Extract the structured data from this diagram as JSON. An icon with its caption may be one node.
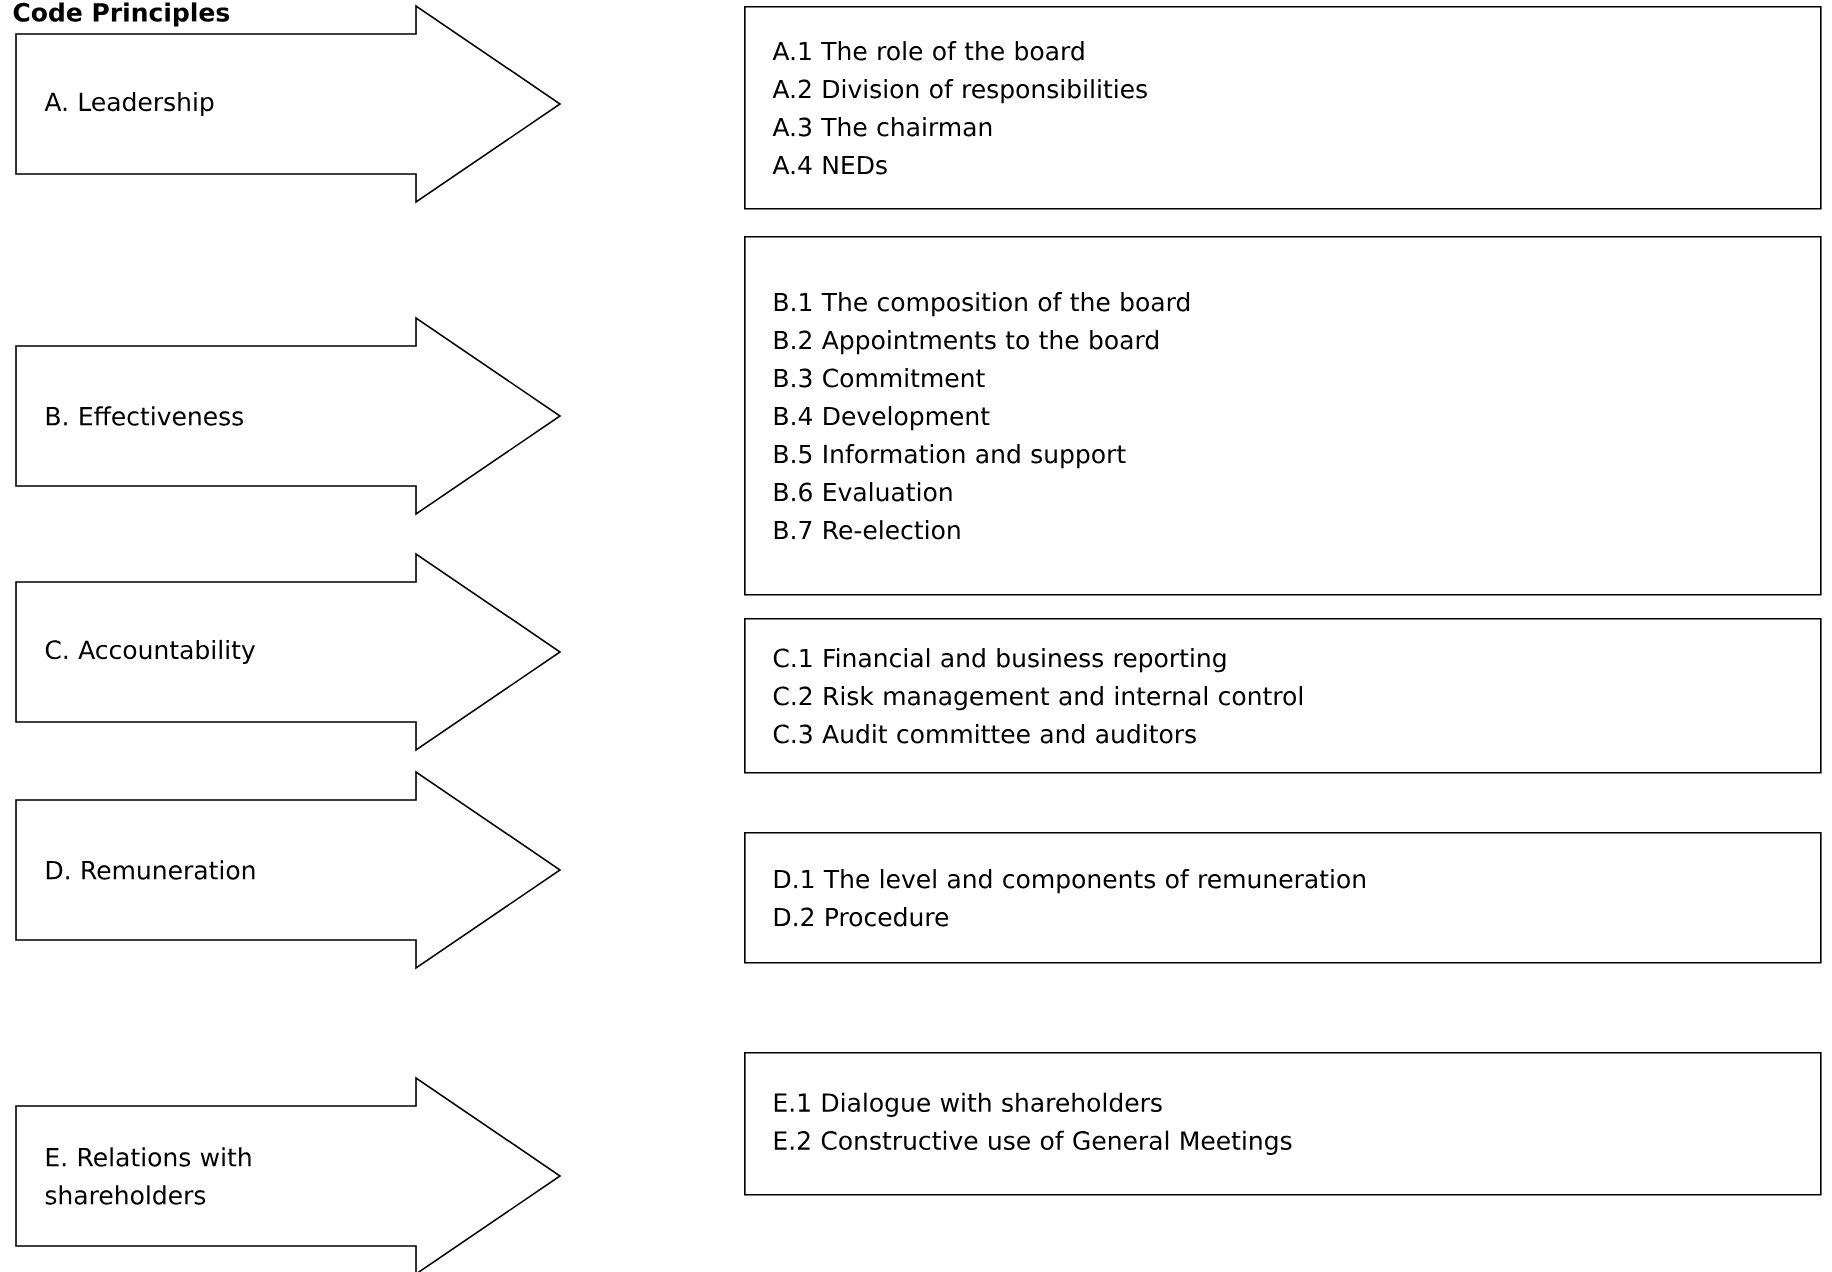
{
  "diagram": {
    "title": "Code Principles",
    "nodes": [
      {
        "text": [
          "A. Leadership"
        ]
      },
      {
        "text": [
          "A.1 The role of the board",
          "A.2 Division of responsibilities",
          "A.3 The chairman",
          "A.4 NEDs"
        ]
      },
      {
        "text": [
          "B. Effectiveness"
        ]
      },
      {
        "text": [
          "B.1 The composition of the board",
          "B.2 Appointments to the board",
          "B.3 Commitment",
          "B.4 Development",
          "B.5 Information and support",
          "B.6 Evaluation",
          "B.7 Re-election"
        ]
      },
      {
        "text": [
          "C. Accountability"
        ]
      },
      {
        "text": [
          "C.1 Financial and business reporting",
          "C.2 Risk management and internal control",
          "C.3 Audit committee and auditors"
        ]
      },
      {
        "text": [
          "D. Remuneration"
        ]
      },
      {
        "text": [
          "D.1 The level and components of remuneration",
          "D.2 Procedure"
        ]
      },
      {
        "text": [
          "E. Relations with shareholders"
        ]
      },
      {
        "text": [
          "E.1 Dialogue with shareholders",
          "E.2 Constructive use of General Meetings"
        ]
      }
    ]
  }
}
